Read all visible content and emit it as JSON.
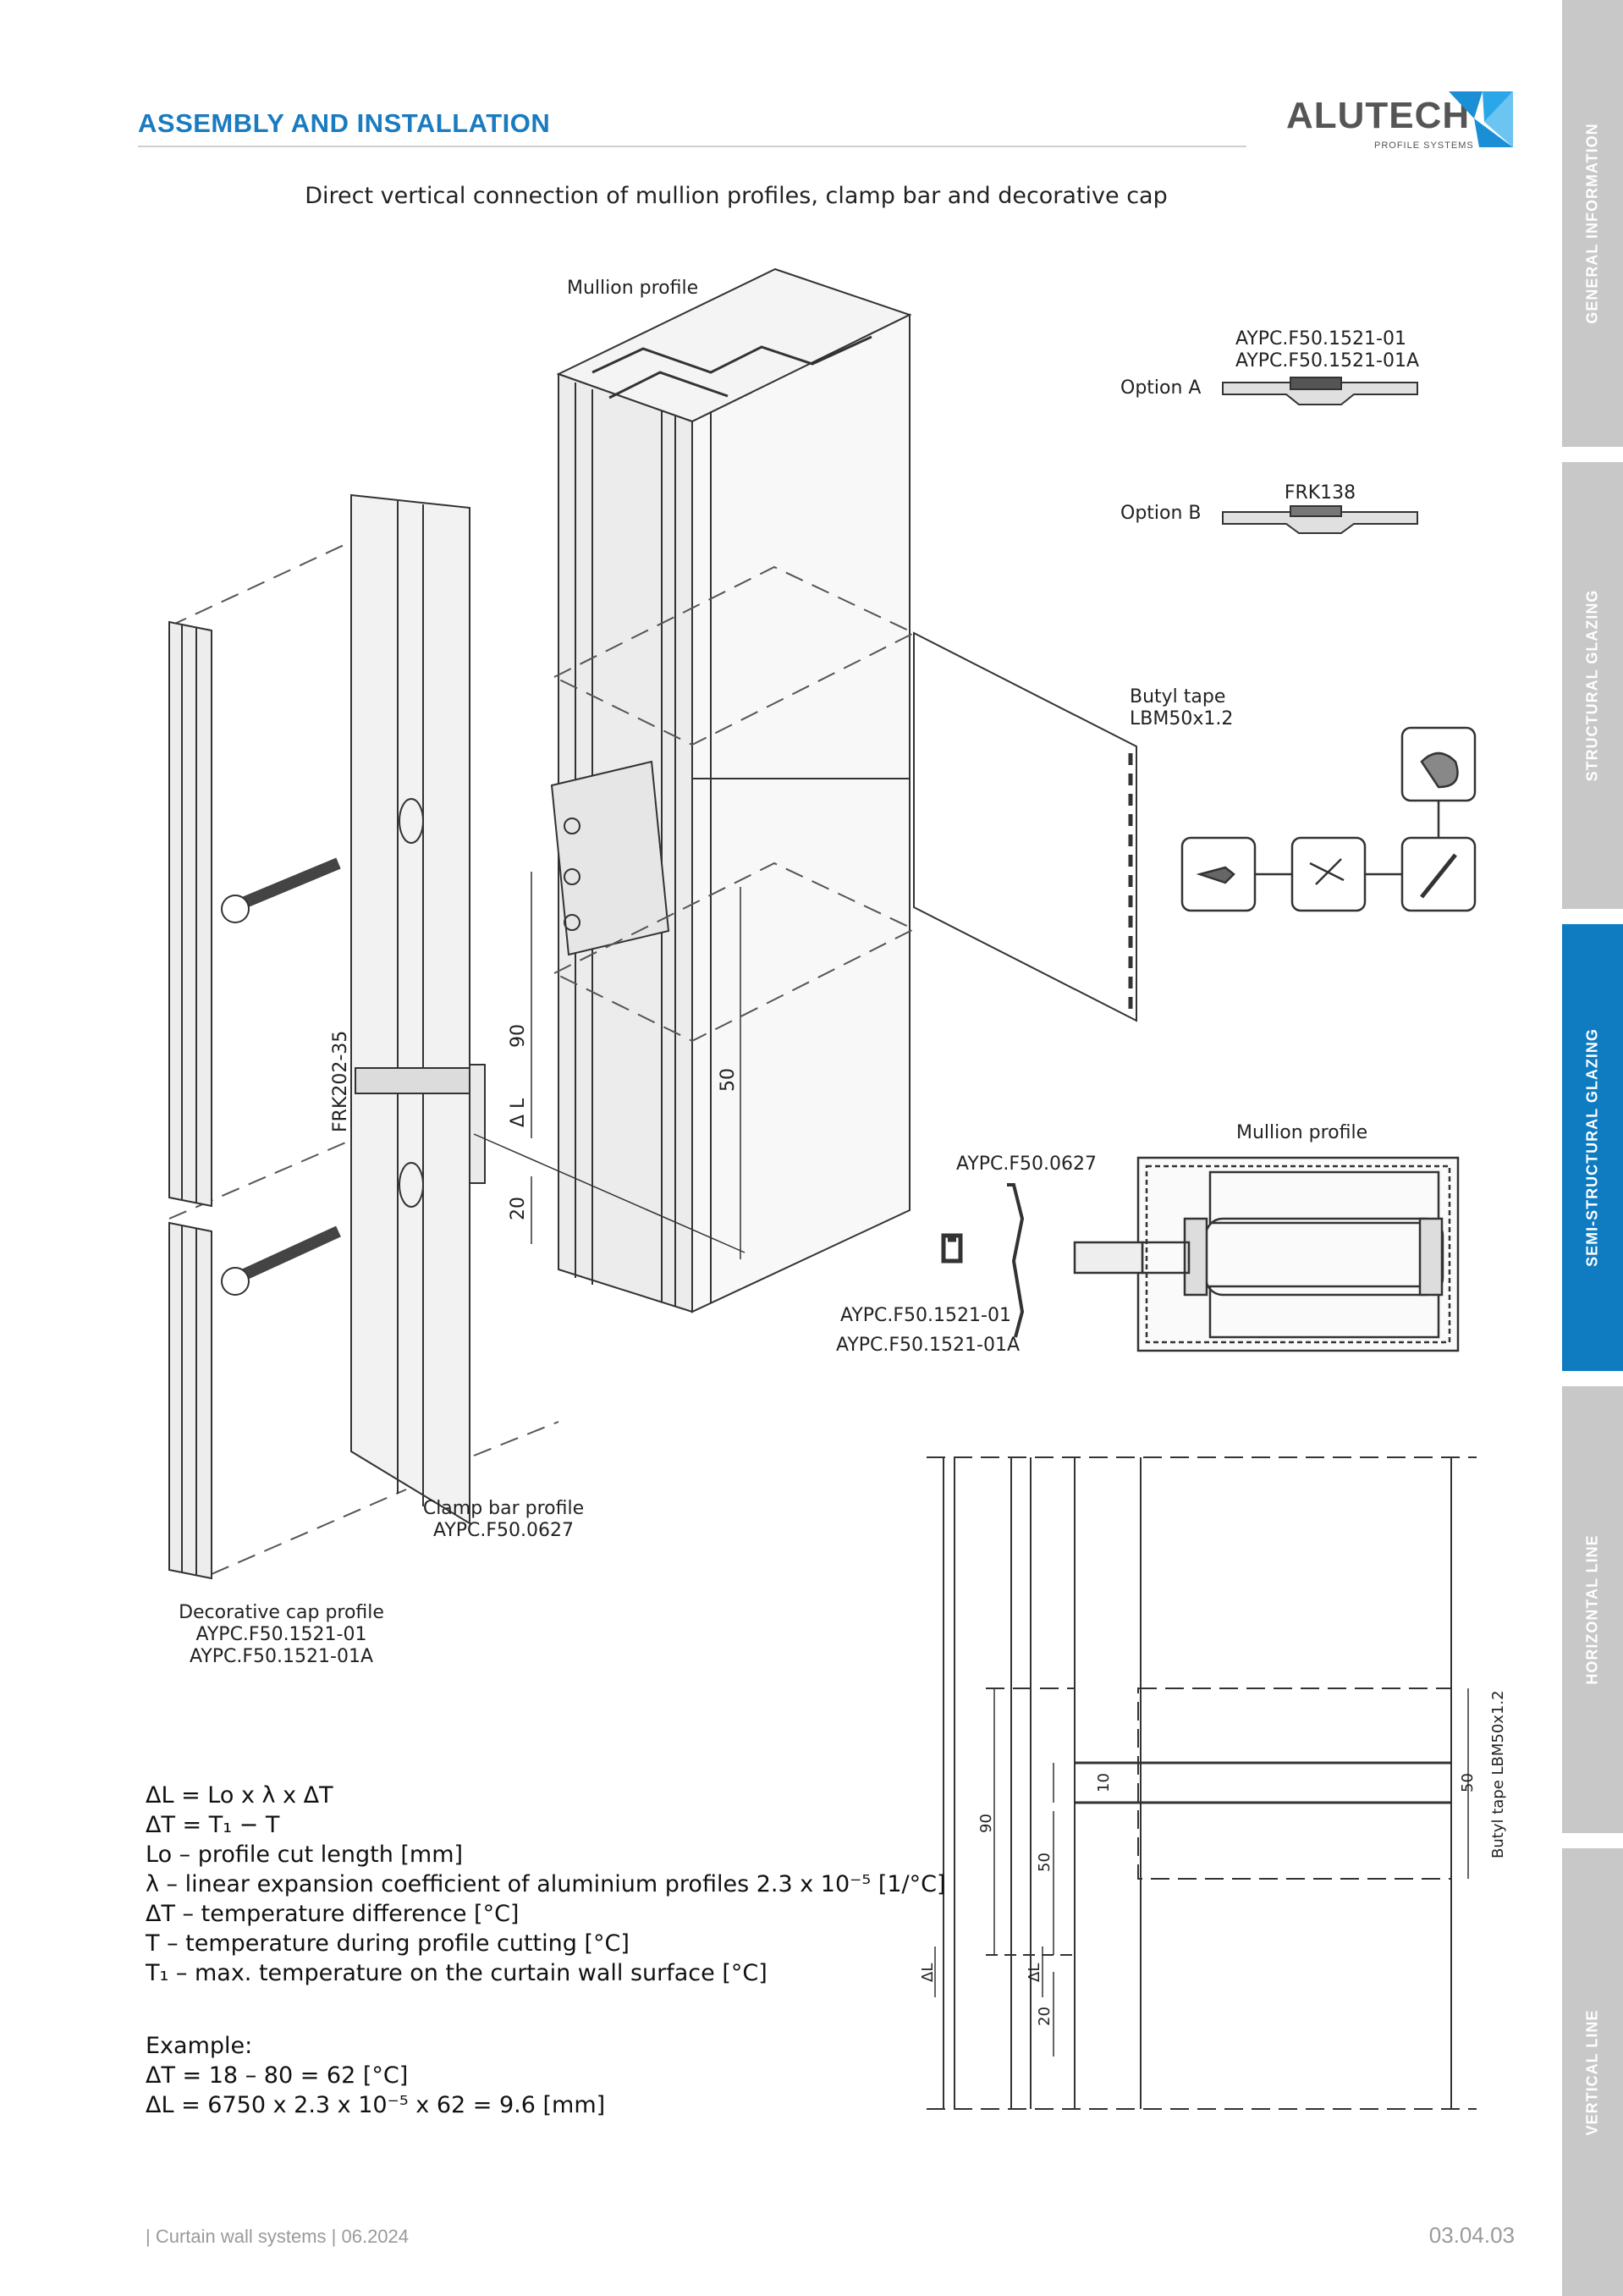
{
  "header": {
    "title": "ASSEMBLY AND INSTALLATION",
    "logo_text": "ALUTECH",
    "logo_sub": "PROFILE SYSTEMS"
  },
  "subtitle": "Direct vertical connection of mullion profiles, clamp bar and decorative cap",
  "labels": {
    "mullion_profile_top": "Mullion profile",
    "option_a_code1": "AYPC.F50.1521-01",
    "option_a_code2": "AYPC.F50.1521-01A",
    "option_a": "Option A",
    "option_b_code": "FRK138",
    "option_b": "Option B",
    "butyl_tape_1": "Butyl tape",
    "butyl_tape_2": "LBM50x1.2",
    "frk": "FRK202-35",
    "dim_90": "90",
    "dim_delta_l": "Δ L",
    "dim_20": "20",
    "dim_50": "50",
    "mullion_profile_section": "Mullion profile",
    "section_clamp_code": "AYPC.F50.0627",
    "section_cap_code1": "AYPC.F50.1521-01",
    "section_cap_code2": "AYPC.F50.1521-01A",
    "clamp_bar_1": "Clamp bar profile",
    "clamp_bar_2": "AYPC.F50.0627",
    "deco_cap_1": "Decorative cap profile",
    "deco_cap_2": "AYPC.F50.1521-01",
    "deco_cap_3": "AYPC.F50.1521-01A",
    "el_90": "90",
    "el_10": "10",
    "el_50": "50",
    "el_50b": "50",
    "el_20": "20",
    "el_dl1": "ΔL",
    "el_dl2": "ΔL",
    "el_butyl": "Butyl tape LBM50x1.2"
  },
  "formula": [
    "ΔL = Lo x λ x ΔT",
    "ΔT = T₁ − T",
    "Lo – profile cut length [mm]",
    "λ – linear expansion coefficient of aluminium profiles 2.3 x 10⁻⁵ [1/°C]",
    "ΔT – temperature difference [°C]",
    "T – temperature during profile cutting [°C]",
    "T₁ – max. temperature on the curtain wall surface [°C]"
  ],
  "example": [
    "Example:",
    "ΔT = 18 – 80 = 62 [°C]",
    "ΔL = 6750 x 2.3 x 10⁻⁵ x 62 = 9.6 [mm]"
  ],
  "footer": {
    "left": "| Curtain wall systems | 06.2024",
    "right": "03.04.03"
  },
  "side_tabs": [
    {
      "label": "GENERAL INFORMATION",
      "active": false
    },
    {
      "label": "STRUCTURAL GLAZING",
      "active": false
    },
    {
      "label": "SEMI-STRUCTURAL GLAZING",
      "active": true
    },
    {
      "label": "HORIZONTAL LINE",
      "active": false
    },
    {
      "label": "VERTICAL LINE",
      "active": false
    }
  ],
  "colors": {
    "accent": "#1a7bbf",
    "tab_active": "#0f7bc0",
    "tab_inactive": "#c8c8c8"
  }
}
